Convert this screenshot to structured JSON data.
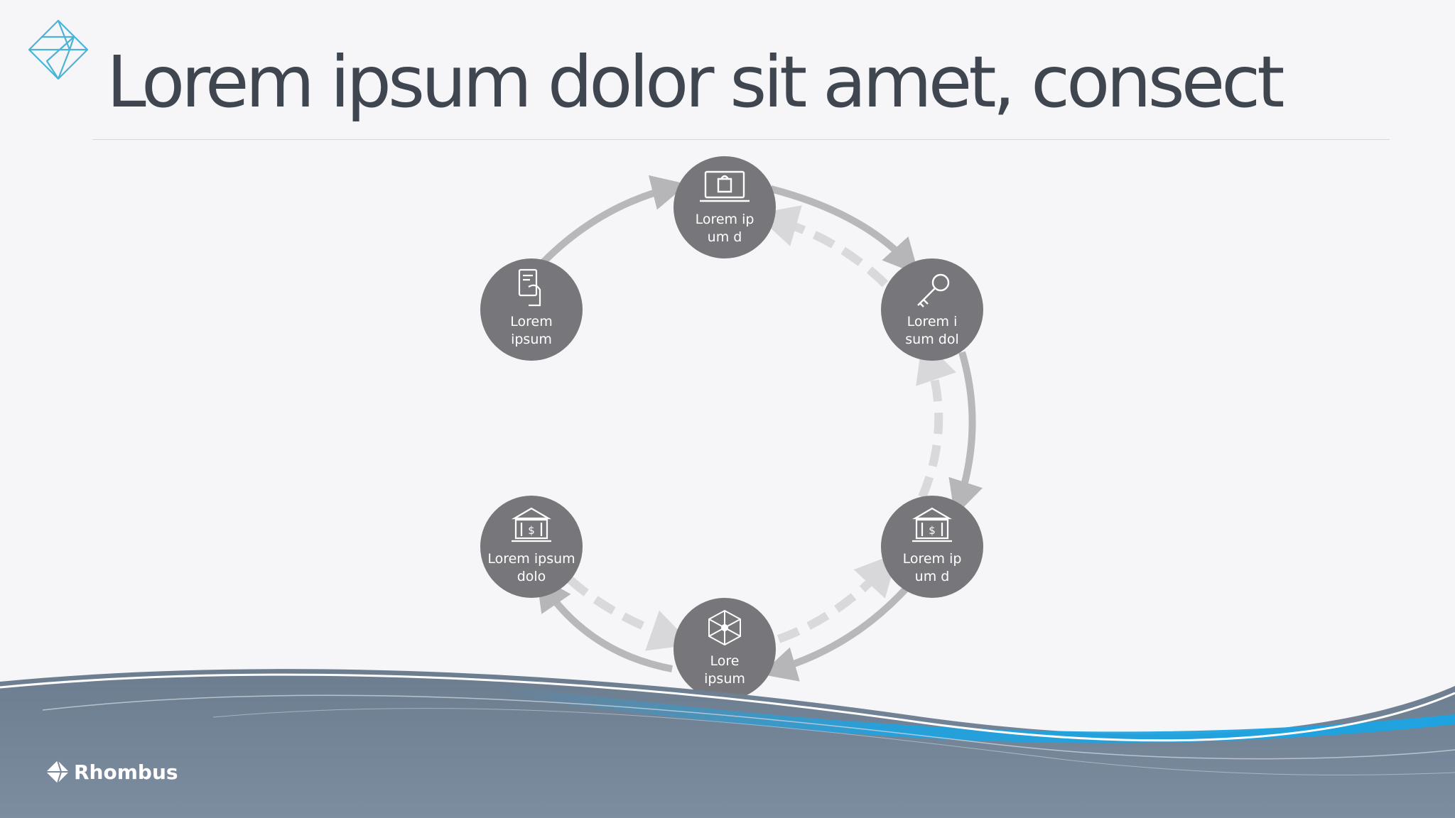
{
  "slide": {
    "title": "Lorem ipsum dolor sit amet, consect"
  },
  "cycle": {
    "nodes": [
      {
        "id": "top",
        "icon": "laptop-shopping-bag-icon",
        "lines": [
          "Lorem ip",
          "um d"
        ]
      },
      {
        "id": "upper-right",
        "icon": "key-icon",
        "lines": [
          "Lorem i",
          "sum dol"
        ]
      },
      {
        "id": "lower-right",
        "icon": "bank-dollar-icon",
        "lines": [
          "Lorem ip",
          "um d"
        ]
      },
      {
        "id": "bottom",
        "icon": "network-globe-icon",
        "lines": [
          "Lore",
          "ipsum"
        ]
      },
      {
        "id": "lower-left",
        "icon": "bank-dollar-icon",
        "lines": [
          "Lorem ipsum",
          "dolo"
        ]
      },
      {
        "id": "upper-left",
        "icon": "card-payment-hand-icon",
        "lines": [
          "Lorem",
          "ipsum"
        ]
      }
    ],
    "colors": {
      "node_fill": "#77777b",
      "solid_arrow": "#b8b8ba",
      "dashed_arrow": "#dcdcde",
      "accent_blue": "#1fa3e0",
      "footer_slate": "#78889a"
    }
  },
  "footer": {
    "brand_name": "Rhombus",
    "brand_icon": "rhombus-logo-icon"
  },
  "header": {
    "logo_icon": "diamond-logo-icon"
  }
}
